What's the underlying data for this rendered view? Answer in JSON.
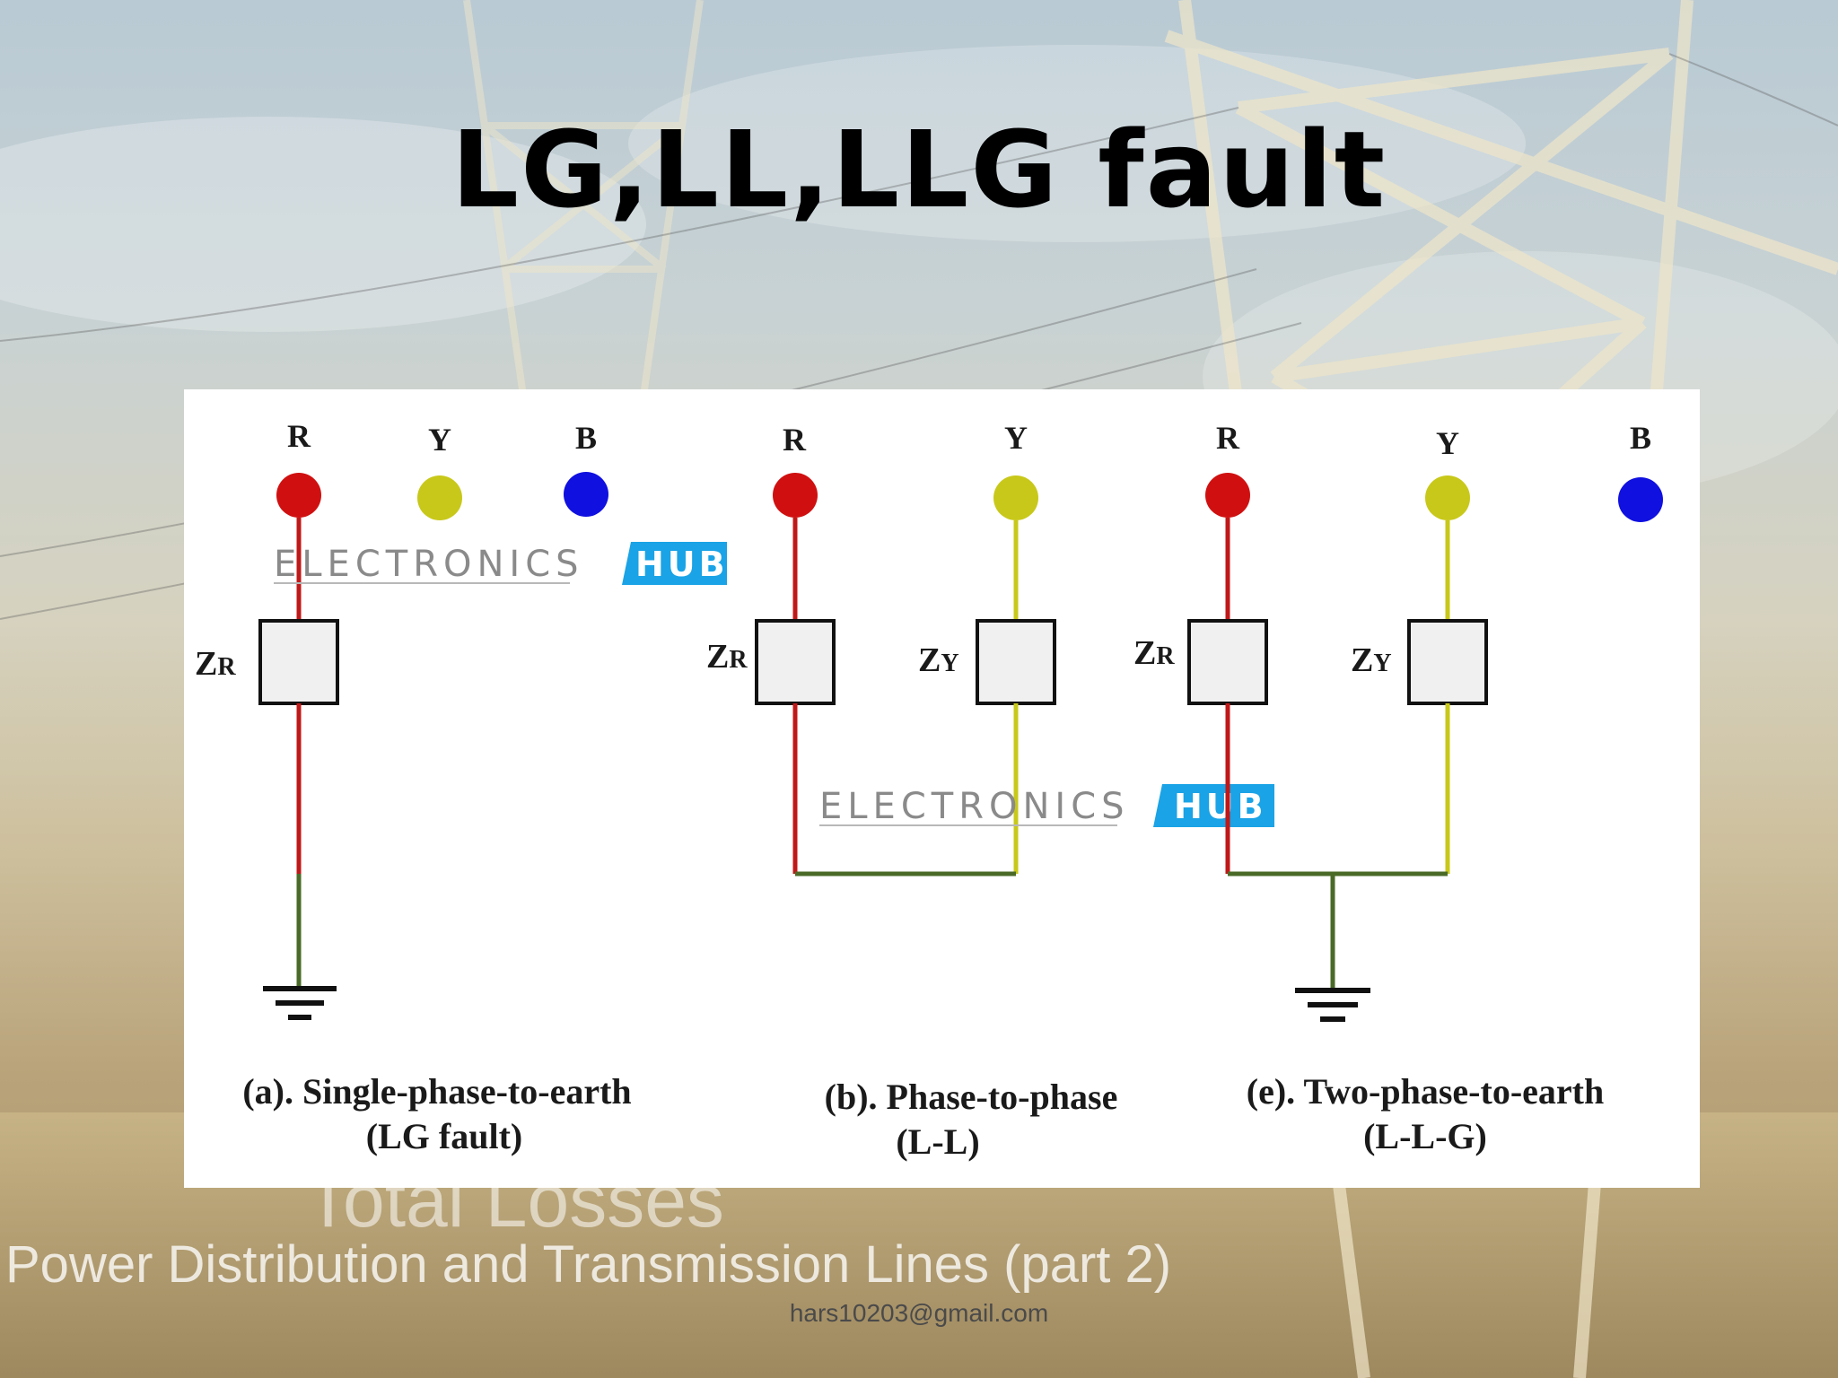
{
  "slide": {
    "title": "LG,LL,LLG fault",
    "faded_heading": "Total Losses",
    "faded_subtitle": "Power Distribution and Transmission Lines (part 2)",
    "email": "hars10203@gmail.com"
  },
  "diagram": {
    "watermark": {
      "text": "ELECTRONICS",
      "badge": "HUB"
    },
    "phase_colors": {
      "R": "#d01010",
      "Y": "#c8c81a",
      "B": "#1010e0",
      "ground": "#4a6b28"
    },
    "panels": [
      {
        "phases": [
          "R",
          "Y",
          "B"
        ],
        "impedances": [
          {
            "label": "Z",
            "sub": "R"
          }
        ],
        "caption_line1": "(a). Single-phase-to-earth",
        "caption_line2": "(LG fault)"
      },
      {
        "phases": [
          "R",
          "Y"
        ],
        "impedances": [
          {
            "label": "Z",
            "sub": "R"
          },
          {
            "label": "Z",
            "sub": "Y"
          }
        ],
        "caption_line1": "(b). Phase-to-phase",
        "caption_line2": "(L-L)"
      },
      {
        "phases": [
          "R",
          "Y",
          "B"
        ],
        "impedances": [
          {
            "label": "Z",
            "sub": "R"
          },
          {
            "label": "Z",
            "sub": "Y"
          }
        ],
        "caption_line1": "(e). Two-phase-to-earth",
        "caption_line2": "(L-L-G)"
      }
    ]
  }
}
